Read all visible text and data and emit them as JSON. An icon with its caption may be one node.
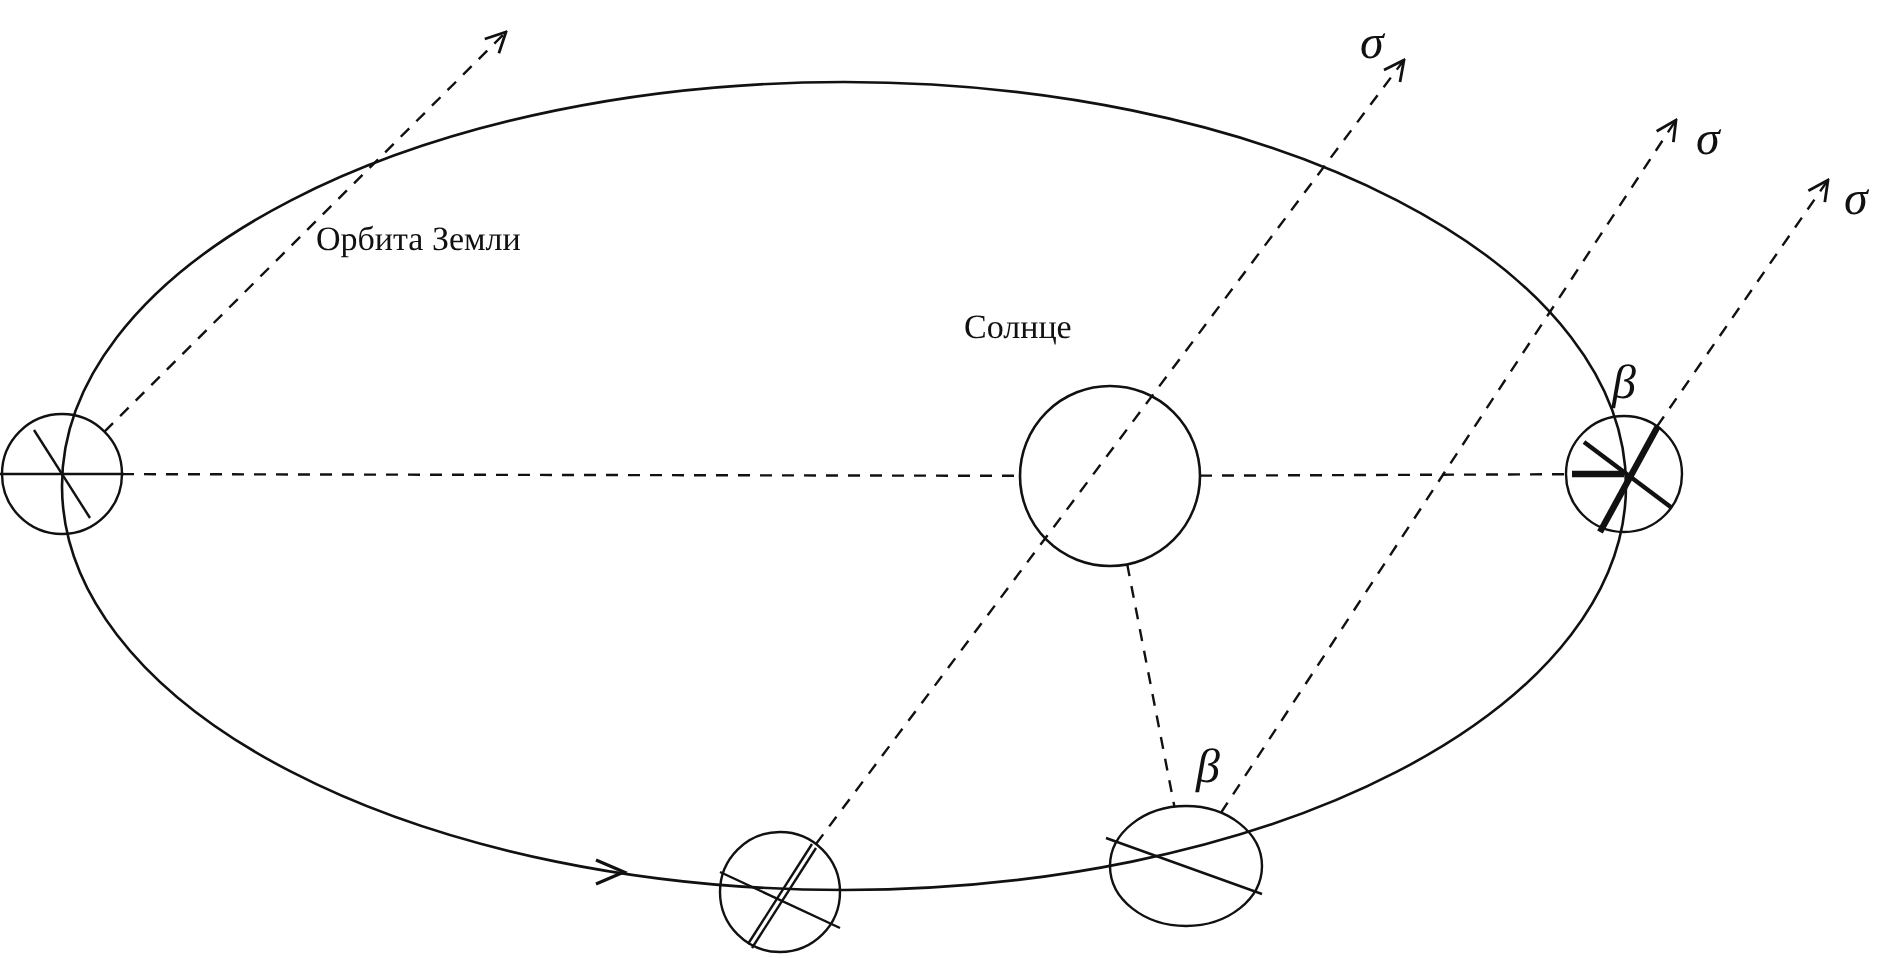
{
  "diagram": {
    "nodes": [
      {
        "text": [
          "Орбита Земли"
        ]
      },
      {
        "text": [
          "Солнце"
        ],
        "in": 0
      },
      {
        "text": [],
        "shape": "circle"
      },
      {
        "text": [],
        "shape": "circle"
      },
      {
        "text": [],
        "shape": "circle"
      },
      {
        "text": [],
        "shape": "ellipse"
      }
    ],
    "edges": [
      {
        "from": 2,
        "to": 1,
        "arrow": "none",
        "style": "dashed"
      },
      {
        "from": 1,
        "to": 3,
        "arrow": "none",
        "style": "dashed"
      },
      {
        "from": 1,
        "to": 5,
        "arrow": "none",
        "style": "dashed"
      },
      {
        "from": 2,
        "to": null,
        "arrow": "to",
        "style": "dashed"
      },
      {
        "from": 4,
        "to": null,
        "arrow": "to",
        "style": "dashed",
        "label": "σ"
      },
      {
        "from": 5,
        "to": null,
        "arrow": "to",
        "style": "dashed",
        "label": "σ"
      },
      {
        "from": 3,
        "to": null,
        "arrow": "to",
        "style": "dashed",
        "label": "σ"
      }
    ],
    "labels": [
      "β",
      "β"
    ]
  }
}
